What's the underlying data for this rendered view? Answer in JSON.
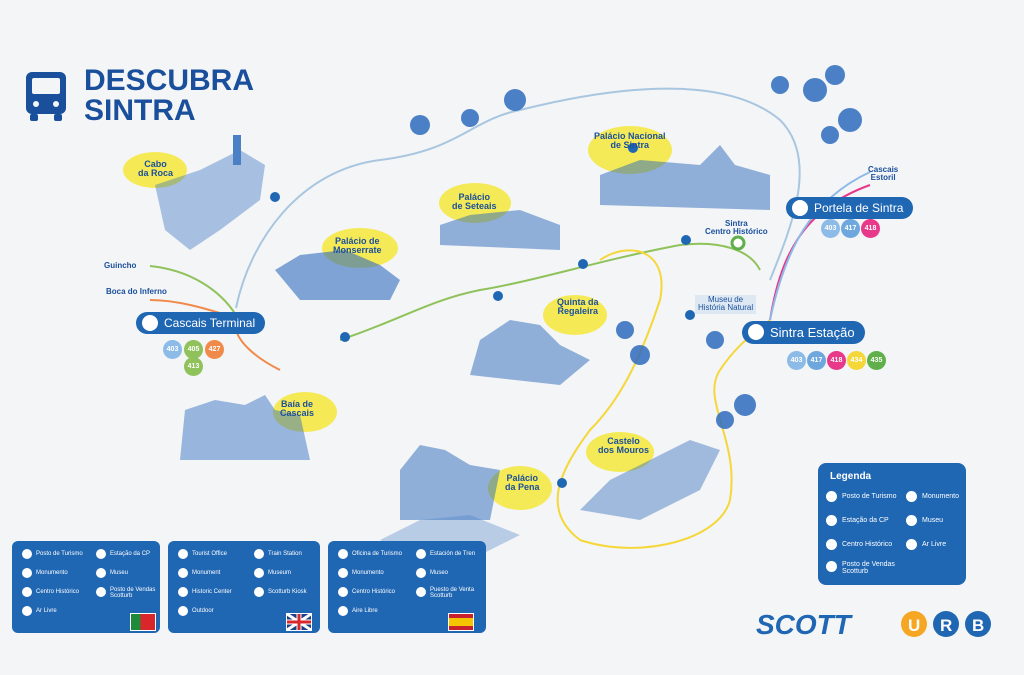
{
  "title": {
    "line1": "DESCUBRA",
    "line2": "SINTRA"
  },
  "places": {
    "cabo_da_roca": "Cabo\nda Roca",
    "palacio_monserrate": "Palácio de\nMonserrate",
    "palacio_seteais": "Palácio\nde Seteais",
    "palacio_nacional": "Palácio Nacional\nde Sintra",
    "quinta_regaleira": "Quinta da\nRegaleira",
    "baia_cascais": "Baía de\nCascais",
    "castelo_mouros": "Castelo\ndos Mouros",
    "palacio_pena": "Palácio\nda Pena",
    "sintra_centro": "Sintra\nCentro Histórico",
    "museu": "Museu de\nHistória Natural",
    "guincho": "Guincho",
    "boca_inferno": "Boca do Inferno",
    "cascais_estoril": "Cascais\nEstoril"
  },
  "stations": {
    "cascais_terminal": "Cascais Terminal",
    "portela_sintra": "Portela de Sintra",
    "sintra_estacao": "Sintra Estação"
  },
  "routes": {
    "cascais": [
      {
        "num": "403",
        "color": "#8dbbe8"
      },
      {
        "num": "405",
        "color": "#8fc25a"
      },
      {
        "num": "427",
        "color": "#f08a4b"
      },
      {
        "num": "413",
        "color": "#8fc25a"
      }
    ],
    "portela": [
      {
        "num": "403",
        "color": "#8dbbe8"
      },
      {
        "num": "417",
        "color": "#6ea7dd"
      },
      {
        "num": "418",
        "color": "#e8388a"
      }
    ],
    "estacao": [
      {
        "num": "403",
        "color": "#8dbbe8"
      },
      {
        "num": "417",
        "color": "#6ea7dd"
      },
      {
        "num": "418",
        "color": "#e8388a"
      },
      {
        "num": "434",
        "color": "#f5d73a"
      },
      {
        "num": "435",
        "color": "#5fb04a"
      }
    ]
  },
  "legend": {
    "title": "Legenda",
    "items": [
      "Posto de Turismo",
      "Monumento",
      "Estação da CP",
      "Museu",
      "Centro Histórico",
      "Ar Livre",
      "Posto de Vendas\nScotturb"
    ]
  },
  "bottom_pt": [
    "Posto de Turismo",
    "Estação da CP",
    "Monumento",
    "Museu",
    "Centro Histórico",
    "Posto de Vendas\nScotturb",
    "Ar Livre"
  ],
  "bottom_en": [
    "Tourist Office",
    "Train Station",
    "Monument",
    "Museum",
    "Historic Center",
    "Scotturb Kiosk",
    "Outdoor"
  ],
  "bottom_es": [
    "Oficina de Turismo",
    "Estación de Tren",
    "Monumento",
    "Museo",
    "Centro Histórico",
    "Puesto de Venta\nScotturb",
    "Aire Libre"
  ],
  "brand": "SCOTT",
  "brand_suffix": "URB",
  "colors": {
    "brand_blue": "#1a4f9c",
    "station_blue": "#1f66b3",
    "highlight": "#f5e83a",
    "line_blue": "#a9c6e0",
    "line_green": "#8fc25a",
    "line_orange": "#f08a4b",
    "line_yellow": "#f5d73a",
    "line_pink": "#e8388a"
  }
}
